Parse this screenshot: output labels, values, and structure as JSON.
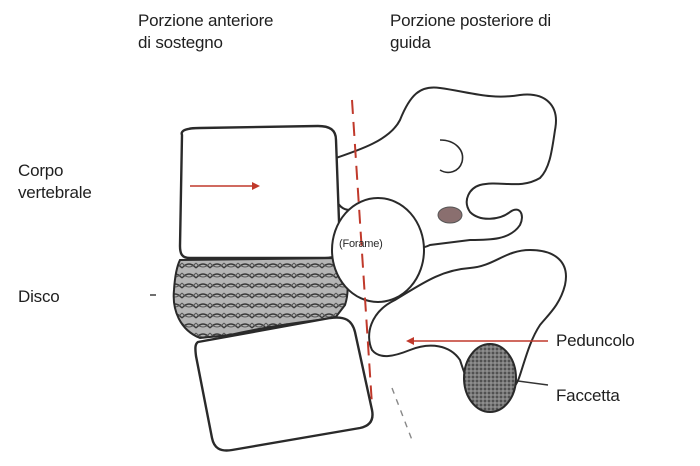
{
  "labels": {
    "anterior_line1": "Porzione anteriore",
    "anterior_line2": "di sostegno",
    "posterior_line1": "Porzione posteriore di",
    "posterior_line2": "guida",
    "corpo_line1": "Corpo",
    "corpo_line2": "vertebrale",
    "disco": "Disco",
    "forame": "(Forame)",
    "peduncolo": "Peduncolo",
    "faccetta": "Faccetta"
  },
  "colors": {
    "outline": "#2a2a2a",
    "divider": "#c0392b",
    "arrow": "#c0392b",
    "disc_fill": "#9a9a9a",
    "facet_fill": "#5a5a5a"
  }
}
